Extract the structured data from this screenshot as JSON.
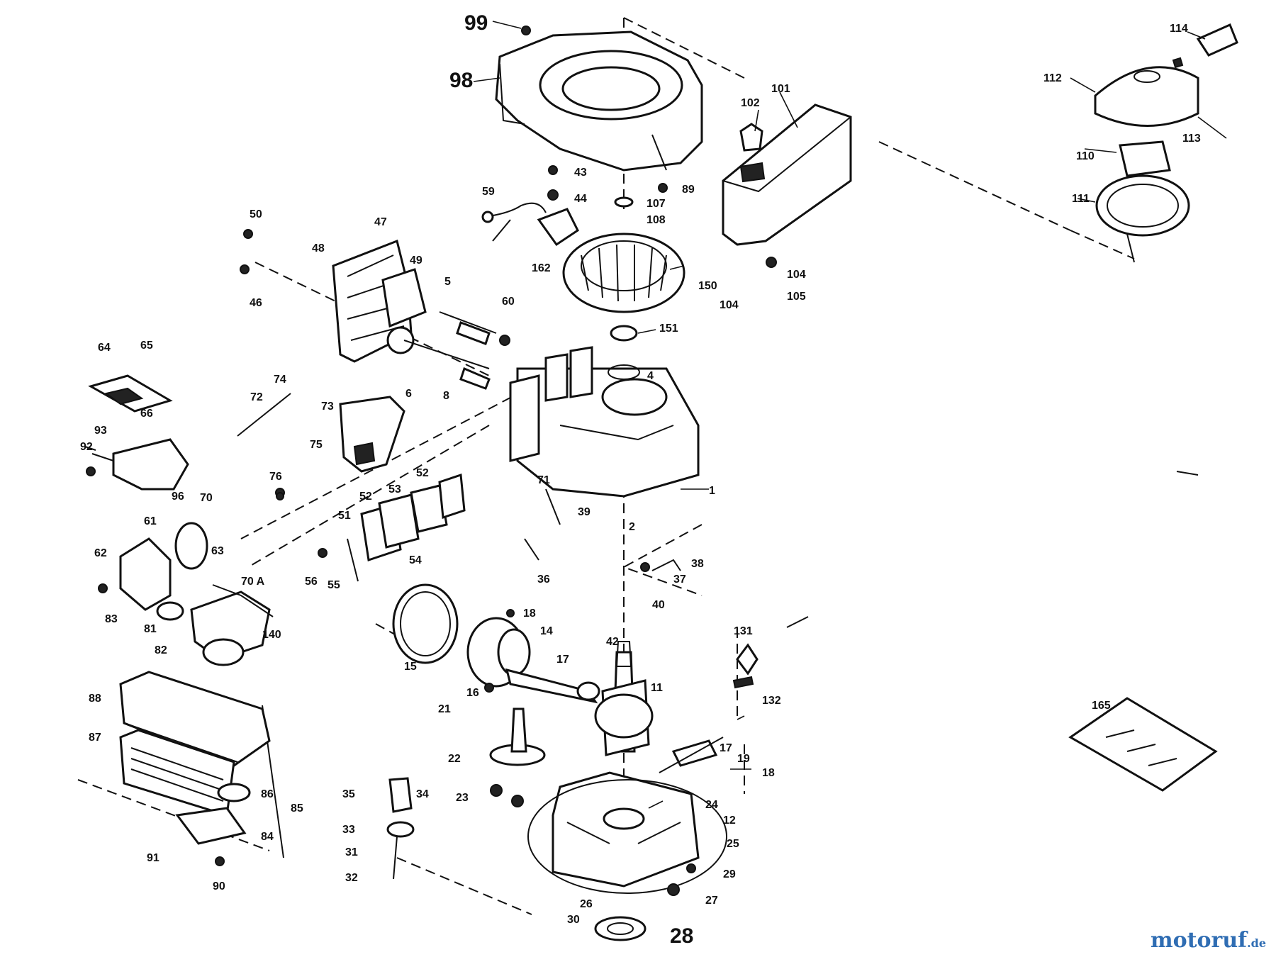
{
  "diagram": {
    "labels": {
      "p99": "99",
      "p98": "98",
      "p101": "101",
      "p102": "102",
      "p114": "114",
      "p112": "112",
      "p113": "113",
      "p110": "110",
      "p111": "111",
      "p43": "43",
      "p44": "44",
      "p107": "107",
      "p108": "108",
      "p89": "89",
      "p59": "59",
      "p162": "162",
      "p150": "150",
      "p104a": "104",
      "p104b": "104",
      "p105": "105",
      "p151": "151",
      "p50": "50",
      "p47": "47",
      "p48": "48",
      "p49": "49",
      "p46": "46",
      "p5": "5",
      "p60": "60",
      "p4": "4",
      "p6": "6",
      "p8": "8",
      "p64": "64",
      "p65": "65",
      "p66": "66",
      "p72": "72",
      "p74": "74",
      "p73": "73",
      "p93": "93",
      "p92": "92",
      "p96": "96",
      "p70": "70",
      "p75": "75",
      "p76": "76",
      "p52": "52",
      "p53": "53",
      "p71": "71",
      "p39": "39",
      "p1": "1",
      "p2": "2",
      "p51": "51",
      "p54": "54",
      "p56": "56",
      "p55": "55",
      "p61": "61",
      "p63": "63",
      "p62": "62",
      "p83": "83",
      "p70a": "70 A",
      "p81": "81",
      "p140": "140",
      "p82": "82",
      "p38": "38",
      "p37": "37",
      "p40": "40",
      "p36": "36",
      "p18a": "18",
      "p14": "14",
      "p15": "15",
      "p42": "42",
      "p11": "11",
      "p16": "16",
      "p131": "131",
      "p132": "132",
      "p88": "88",
      "p87": "87",
      "p21": "21",
      "p22": "22",
      "p17": "17",
      "p19": "19",
      "p18b": "18",
      "p165": "165",
      "p86": "86",
      "p85": "85",
      "p84": "84",
      "p91": "91",
      "p90": "90",
      "p35": "35",
      "p34": "34",
      "p23": "23",
      "p24": "24",
      "p12": "12",
      "p33": "33",
      "p25": "25",
      "p31": "31",
      "p32": "32",
      "p29": "29",
      "p26": "26",
      "p27": "27",
      "p30": "30",
      "p28": "28"
    }
  },
  "watermark": {
    "brand": "motoruf",
    "tld": ".de",
    "color": "#2f6db3"
  }
}
